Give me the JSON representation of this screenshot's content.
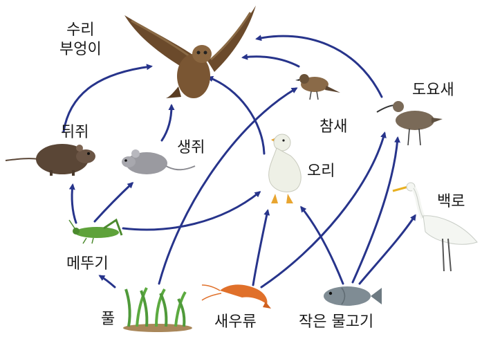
{
  "nodes": {
    "owl": "수리\n부엉이",
    "shrew": "뒤쥐",
    "mouse": "생쥐",
    "sparrow": "참새",
    "sandpiper": "도요새",
    "duck": "오리",
    "egret": "백로",
    "grasshopper": "메뚜기",
    "grass": "풀",
    "shrimp": "새우류",
    "fish": "작은 물고기"
  },
  "relations": [
    {
      "from": "grass",
      "to": "grasshopper"
    },
    {
      "from": "grass",
      "to": "sparrow"
    },
    {
      "from": "grasshopper",
      "to": "shrew"
    },
    {
      "from": "grasshopper",
      "to": "mouse"
    },
    {
      "from": "grasshopper",
      "to": "duck"
    },
    {
      "from": "shrew",
      "to": "owl"
    },
    {
      "from": "mouse",
      "to": "owl"
    },
    {
      "from": "duck",
      "to": "owl"
    },
    {
      "from": "sparrow",
      "to": "owl"
    },
    {
      "from": "sandpiper",
      "to": "owl"
    },
    {
      "from": "shrimp",
      "to": "duck"
    },
    {
      "from": "shrimp",
      "to": "sandpiper"
    },
    {
      "from": "fish",
      "to": "duck"
    },
    {
      "from": "fish",
      "to": "sandpiper"
    },
    {
      "from": "fish",
      "to": "egret"
    }
  ],
  "colors": {
    "arrow": "#27348b",
    "owl": "#6b4a2b",
    "shrew": "#5a4636",
    "mouse": "#9a9aa0",
    "sparrow": "#8a6a48",
    "sandpiper": "#7a6a58",
    "duck": "#eef0e6",
    "egret": "#f4f6f2",
    "grasshopper": "#5ea23a",
    "grass": "#4f9a3a",
    "shrimp": "#e0702a",
    "fish": "#7f8c94"
  }
}
